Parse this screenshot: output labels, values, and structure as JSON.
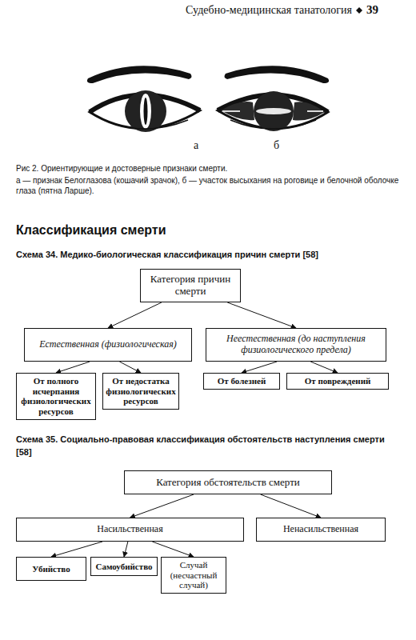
{
  "diagram": {
    "title": "Классификация смерти",
    "caption": "Рис 2. Ориентирующие и достоверные признаки смерти.",
    "nodes": [
      {
        "text": [
          "Категория причин смерти"
        ]
      },
      {
        "text": [
          "Естественная (физиологическая)"
        ]
      },
      {
        "text": [
          "Неестественная (до наступления физиологического предела)"
        ]
      },
      {
        "text": [
          "От полного исчерпания физиологических ресурсов"
        ]
      },
      {
        "text": [
          "От недостатка физиологических ресурсов"
        ]
      },
      {
        "text": [
          "От болезней"
        ]
      },
      {
        "text": [
          "От повреждений"
        ]
      },
      {
        "text": [
          "Категория обстоятельств смерти"
        ]
      },
      {
        "text": [
          "Насильственная"
        ]
      },
      {
        "text": [
          "Ненасильственная"
        ]
      },
      {
        "text": [
          "Убийство"
        ]
      },
      {
        "text": [
          "Самоубийство"
        ]
      },
      {
        "text": [
          "Случай (несчастный случай)"
        ]
      }
    ],
    "edges": [
      {
        "from": 0,
        "to": 1,
        "arrow": "to"
      },
      {
        "from": 0,
        "to": 2,
        "arrow": "to"
      },
      {
        "from": 1,
        "to": 3,
        "arrow": "to"
      },
      {
        "from": 1,
        "to": 4,
        "arrow": "to"
      },
      {
        "from": 2,
        "to": 5,
        "arrow": "to"
      },
      {
        "from": 2,
        "to": 6,
        "arrow": "to"
      },
      {
        "from": 7,
        "to": 8,
        "arrow": "to"
      },
      {
        "from": 7,
        "to": 9,
        "arrow": "to"
      },
      {
        "from": 8,
        "to": 10,
        "arrow": "to"
      },
      {
        "from": 8,
        "to": 11,
        "arrow": "to"
      },
      {
        "from": 8,
        "to": 12,
        "arrow": "to"
      }
    ],
    "labels": [
      "Судебно-медицинская танатология",
      "39",
      "а",
      "б",
      "а — признак Белоглазова (кошачий зрачок), б — участок высыхания на роговице и белочной оболочке глаза (пятна Ларше).",
      "Схема 34. Медико-биологическая классификация причин смерти [58]",
      "Схема 35. Социально-правовая классификация обстоятельств наступления смерти [58]"
    ]
  }
}
